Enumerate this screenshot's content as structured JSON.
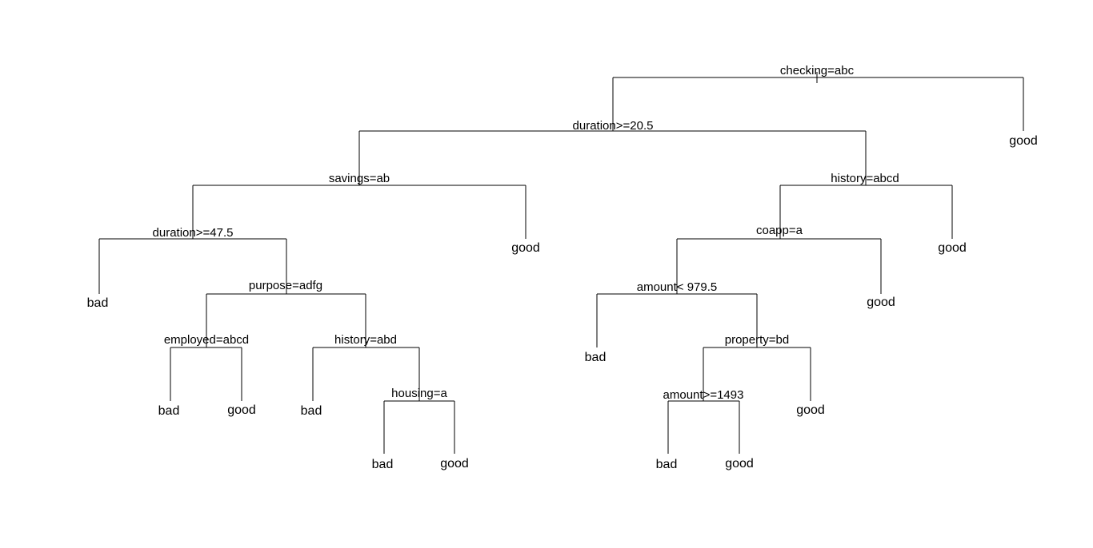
{
  "tree": {
    "nodes": {
      "n1": {
        "label": "checking=abc"
      },
      "n2": {
        "label": "duration>=20.5"
      },
      "n3": {
        "label": "good"
      },
      "n4": {
        "label": "savings=ab"
      },
      "n5": {
        "label": "history=abcd"
      },
      "n6": {
        "label": "duration>=47.5"
      },
      "n7": {
        "label": "good"
      },
      "n8": {
        "label": "bad"
      },
      "n9": {
        "label": "purpose=adfg"
      },
      "n10": {
        "label": "employed=abcd"
      },
      "n11": {
        "label": "history=abd"
      },
      "n12": {
        "label": "bad"
      },
      "n13": {
        "label": "good"
      },
      "n14": {
        "label": "bad"
      },
      "n15": {
        "label": "housing=a"
      },
      "n16": {
        "label": "bad"
      },
      "n17": {
        "label": "good"
      },
      "n18": {
        "label": "coapp=a"
      },
      "n19": {
        "label": "good"
      },
      "n20": {
        "label": "amount< 979.5"
      },
      "n21": {
        "label": "good"
      },
      "n22": {
        "label": "bad"
      },
      "n23": {
        "label": "property=bd"
      },
      "n24": {
        "label": "amount>=1493"
      },
      "n25": {
        "label": "good"
      },
      "n26": {
        "label": "bad"
      },
      "n27": {
        "label": "good"
      }
    }
  }
}
